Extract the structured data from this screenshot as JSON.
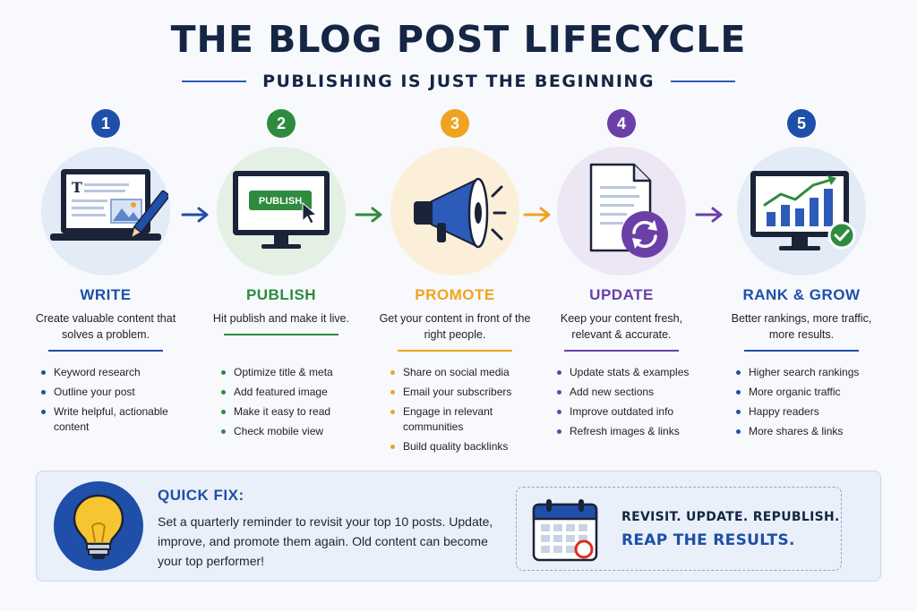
{
  "header": {
    "title": "THE BLOG POST LIFECYCLE",
    "subtitle": "PUBLISHING IS JUST THE BEGINNING"
  },
  "stages": [
    {
      "number": "1",
      "title": "WRITE",
      "color": "#1f4fa8",
      "bg": "#e3ebf7",
      "description": "Create valuable content that solves a problem.",
      "icon": "laptop-writing-icon",
      "bullets": [
        "Keyword research",
        "Outline your post",
        "Write helpful, actionable content"
      ]
    },
    {
      "number": "2",
      "title": "PUBLISH",
      "color": "#2e8b3e",
      "bg": "#e3f0e3",
      "description": "Hit publish and make it live.",
      "icon": "monitor-publish-icon",
      "button_label": "PUBLISH",
      "bullets": [
        "Optimize title & meta",
        "Add featured image",
        "Make it easy to read",
        "Check mobile view"
      ]
    },
    {
      "number": "3",
      "title": "PROMOTE",
      "color": "#f0a320",
      "bg": "#fbefd9",
      "description": "Get your content in front of the right people.",
      "icon": "megaphone-icon",
      "bullets": [
        "Share on social media",
        "Email your subscribers",
        "Engage in relevant communities",
        "Build quality backlinks"
      ]
    },
    {
      "number": "4",
      "title": "UPDATE",
      "color": "#6b3fa8",
      "bg": "#ece6f5",
      "description": "Keep your content fresh, relevant & accurate.",
      "icon": "document-refresh-icon",
      "bullets": [
        "Update stats & examples",
        "Add new sections",
        "Improve outdated info",
        "Refresh images & links"
      ]
    },
    {
      "number": "5",
      "title": "RANK & GROW",
      "color": "#1f4fa8",
      "bg": "#e3ebf7",
      "description": "Better rankings, more traffic, more results.",
      "icon": "growth-chart-monitor-icon",
      "bullets": [
        "Higher search rankings",
        "More organic traffic",
        "Happy readers",
        "More shares & links"
      ]
    }
  ],
  "quick_fix": {
    "title": "QUICK FIX:",
    "text": "Set a quarterly reminder to revisit your top 10 posts. Update, improve, and promote them again. Old content can become your top performer!",
    "icon": "lightbulb-icon",
    "slogan_line1": "REVISIT. UPDATE. REPUBLISH.",
    "slogan_line2": "REAP THE RESULTS.",
    "calendar_icon": "calendar-icon"
  }
}
